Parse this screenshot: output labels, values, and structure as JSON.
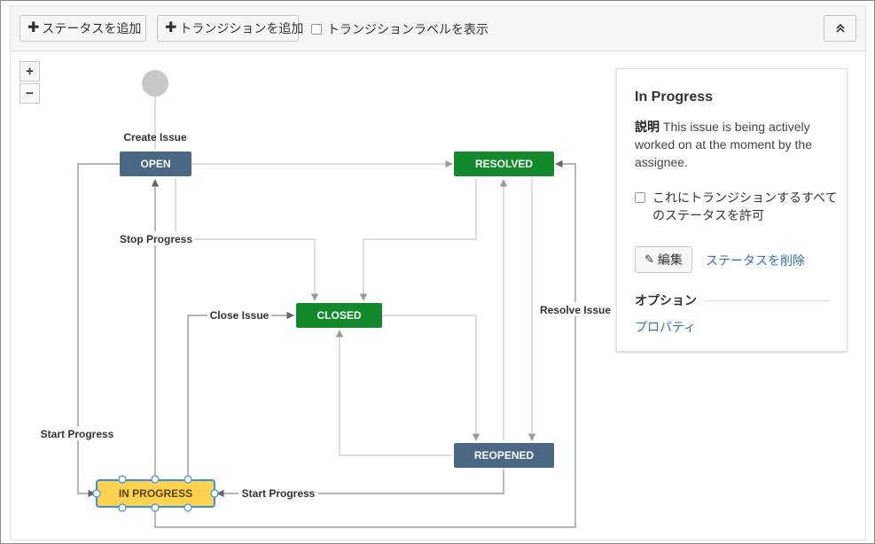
{
  "toolbar": {
    "add_status_label": "ステータスを追加",
    "add_transition_label": "トランジションを追加",
    "show_labels_label": "トランジションラベルを表示",
    "collapse_icon": "double-chevron-up-icon"
  },
  "zoom": {
    "in_label": "+",
    "out_label": "−"
  },
  "diagram": {
    "statuses": {
      "open": "OPEN",
      "resolved": "RESOLVED",
      "closed": "CLOSED",
      "reopened": "REOPENED",
      "in_progress": "IN PROGRESS"
    },
    "transitions": {
      "create_issue": "Create Issue",
      "stop_progress": "Stop Progress",
      "close_issue": "Close Issue",
      "resolve_issue": "Resolve Issue",
      "start_progress_left": "Start Progress",
      "start_progress_bottom": "Start Progress"
    },
    "colors": {
      "todo": "#4a6785",
      "done": "#14892c",
      "in_progress": "#ffd351",
      "selected_border": "#3b8fe0",
      "edge": "#b4b4b4",
      "start_node": "#c8c8c8"
    }
  },
  "panel": {
    "title": "In Progress",
    "desc_label": "説明",
    "desc_text": "This issue is being actively worked on at the moment by the assignee.",
    "allow_all_label": "これにトランジションするすべてのステータスを許可",
    "edit_label": "編集",
    "delete_label": "ステータスを削除",
    "options_label": "オプション",
    "properties_label": "プロパティ"
  }
}
